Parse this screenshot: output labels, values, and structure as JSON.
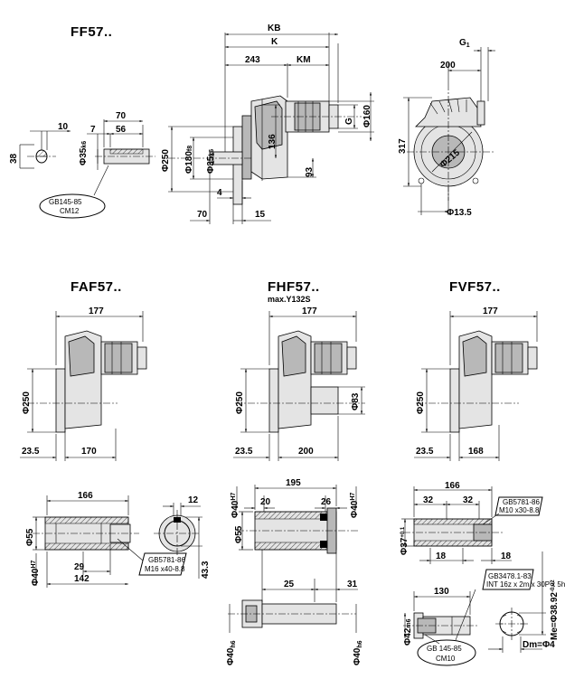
{
  "titles": {
    "ff": "FF57..",
    "faf": "FAF57..",
    "fhf": "FHF57..",
    "fhf_sub": "max.Y132S",
    "fvf": "FVF57.."
  },
  "ff": {
    "kb": "KB",
    "k": "K",
    "d243": "243",
    "km": "KM",
    "g1": "G",
    "g1_sub": "1",
    "d200": "200",
    "g": "G",
    "d160": "Φ160",
    "d317": "317",
    "d250": "Φ250",
    "d180": "Φ180",
    "d180_tol": "f8",
    "d35": "Φ35",
    "d35_tol": "k6",
    "d136": "136",
    "d93": "93",
    "d4": "4",
    "d70": "70",
    "d15": "15",
    "d215": "Φ215",
    "d13_5": "Φ13.5"
  },
  "key_detail": {
    "d10": "10",
    "d38": "38",
    "d70": "70",
    "d7": "7",
    "d56": "56",
    "d35": "Φ35",
    "d35_tol": "k6",
    "std_line1": "GB145-85",
    "std_line2": "CM12"
  },
  "faf": {
    "d177": "177",
    "d250": "Φ250",
    "d23_5": "23.5",
    "d170": "170"
  },
  "fhf": {
    "d177": "177",
    "d250": "Φ250",
    "d83": "Φ83",
    "d23_5": "23.5",
    "d200": "200"
  },
  "fvf": {
    "d177": "177",
    "d250": "Φ250",
    "d23_5": "23.5",
    "d168": "168"
  },
  "faf_shaft": {
    "d166": "166",
    "d12": "12",
    "d55": "Φ55",
    "d40": "Φ40",
    "d40_tol": "H7",
    "d29": "29",
    "d142": "142",
    "d43_3": "43.3",
    "note1": "GB5781-86",
    "note2": "M16 x40-8.8"
  },
  "fhf_shaft": {
    "d195": "195",
    "d20": "20",
    "d26": "26",
    "d40l": "Φ40",
    "d40l_tol": "H7",
    "d40r": "Φ40",
    "d40r_tol": "H7",
    "d55": "Φ55",
    "d25": "25",
    "d31": "31",
    "d40bl": "Φ40",
    "d40bl_tol": "h6",
    "d40br": "Φ40",
    "d40br_tol": "h6"
  },
  "fvf_shaft": {
    "d166": "166",
    "d32a": "32",
    "d32b": "32",
    "d18a": "18",
    "d18b": "18",
    "d37": "Φ37",
    "d37_tol": "+0.1",
    "note1": "GB5781-86",
    "note2": "M10 x30-8.8",
    "d130": "130",
    "d42": "Φ42",
    "d42_tol": "m6",
    "note3": "GB3478.1-83",
    "note4": "INT 16z x 2m x 30P x 5h",
    "me": "Me=Φ38.92",
    "me_tol": "-0.02",
    "dm": "Dm=Φ4",
    "std_line1": "GB 145-85",
    "std_line2": "CM10"
  }
}
